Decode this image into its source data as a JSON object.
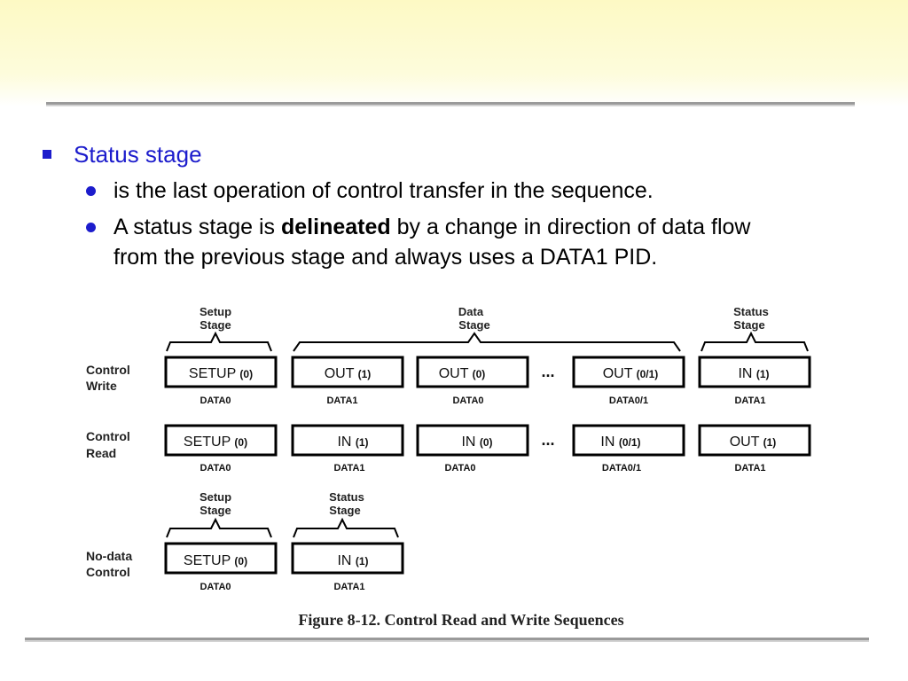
{
  "bullets": {
    "level1": "Status stage",
    "items": [
      {
        "text": "is the last operation of control transfer in the sequence."
      },
      {
        "before": "A status stage is ",
        "bold": "delineated",
        "after": " by a change in direction of data flow",
        "line2": "from the previous stage and always uses a DATA1 PID."
      }
    ]
  },
  "diagram": {
    "stage_labels": {
      "setup": [
        "Setup",
        "Stage"
      ],
      "data": [
        "Data",
        "Stage"
      ],
      "status": [
        "Status",
        "Stage"
      ]
    },
    "rows": [
      {
        "label": [
          "Control",
          "Write"
        ],
        "packets": [
          {
            "name": "SETUP",
            "pid": "(0)",
            "data": "DATA0"
          },
          {
            "name": "OUT",
            "pid": "(1)",
            "data": "DATA1"
          },
          {
            "name": "OUT",
            "pid": "(0)",
            "data": "DATA0"
          },
          {
            "name": "OUT",
            "pid": "(0/1)",
            "data": "DATA0/1"
          },
          {
            "name": "IN",
            "pid": "(1)",
            "data": "DATA1"
          }
        ]
      },
      {
        "label": [
          "Control",
          "Read"
        ],
        "packets": [
          {
            "name": "SETUP",
            "pid": "(0)",
            "data": "DATA0"
          },
          {
            "name": "IN",
            "pid": "(1)",
            "data": "DATA1"
          },
          {
            "name": "IN",
            "pid": "(0)",
            "data": "DATA0"
          },
          {
            "name": "IN",
            "pid": "(0/1)",
            "data": "DATA0/1"
          },
          {
            "name": "OUT",
            "pid": "(1)",
            "data": "DATA1"
          }
        ]
      },
      {
        "label": [
          "No-data",
          "Control"
        ],
        "packets": [
          {
            "name": "SETUP",
            "pid": "(0)",
            "data": "DATA0"
          },
          {
            "name": "IN",
            "pid": "(1)",
            "data": "DATA1"
          }
        ]
      }
    ],
    "ellipsis": "...",
    "caption": "Figure 8-12.  Control Read and Write Sequences"
  }
}
